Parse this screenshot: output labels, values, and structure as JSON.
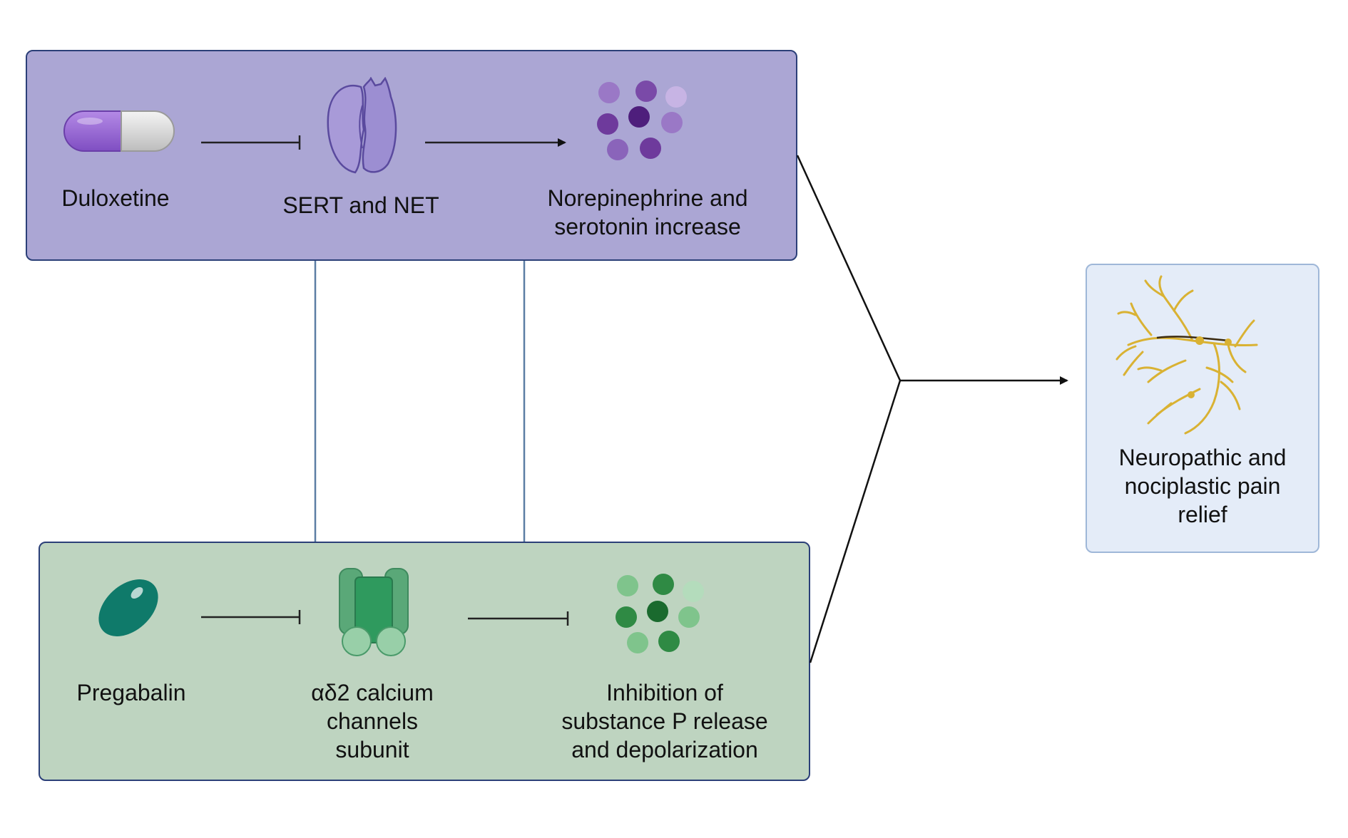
{
  "top_pathway": {
    "drug": {
      "label": "Duloxetine",
      "icon": "capsule-icon",
      "color": "#9a6fd0"
    },
    "target": {
      "label": "SERT and NET",
      "icon": "transporter-protein-icon"
    },
    "effect": {
      "lines": [
        "Norepinephrine and",
        "serotonin increase"
      ],
      "icon": "neurotransmitter-molecules-icon"
    },
    "background": "#aba6d4"
  },
  "bottom_pathway": {
    "drug": {
      "label": "Pregabalin",
      "icon": "tablet-icon",
      "color": "#0f7a6a"
    },
    "target": {
      "lines": [
        "αδ2 calcium",
        "channels",
        "subunit"
      ],
      "icon": "calcium-channel-icon"
    },
    "effect": {
      "lines": [
        "Inhibition of",
        "substance P release",
        "and depolarization"
      ],
      "icon": "substance-p-molecules-icon"
    },
    "background": "#bed4c0"
  },
  "outcome": {
    "lines": [
      "Neuropathic and",
      "nociplastic pain",
      "relief"
    ],
    "icon": "nerve-icon",
    "color": "#d9b233",
    "background": "#e4ecf8"
  }
}
